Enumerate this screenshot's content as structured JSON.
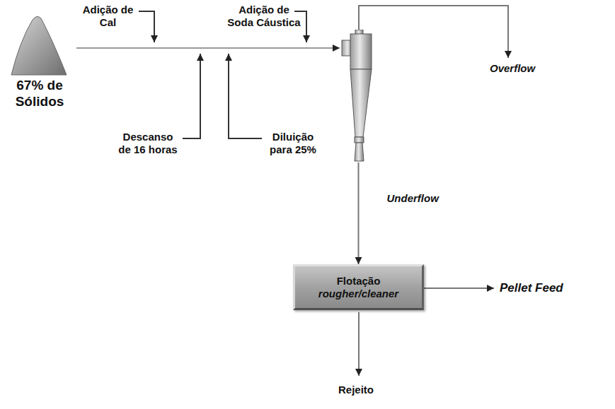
{
  "diagram": {
    "nodes": [
      {
        "text": [
          "67% de Sólidos"
        ]
      },
      {
        "text": []
      },
      {
        "text": [
          "Flotação rougher/cleaner"
        ]
      }
    ],
    "edges": [
      {
        "from": 0,
        "to": 1,
        "arrow": "to"
      },
      {
        "from": 1,
        "to": 2,
        "label": "Underflow",
        "arrow": "to"
      }
    ],
    "labels": [
      "Adição de Cal",
      "Adição de Soda Cáustica",
      "Descanso de 16 horas",
      "Diluição para 25%",
      "Overflow",
      "Pellet Feed",
      "Rejeito"
    ]
  }
}
